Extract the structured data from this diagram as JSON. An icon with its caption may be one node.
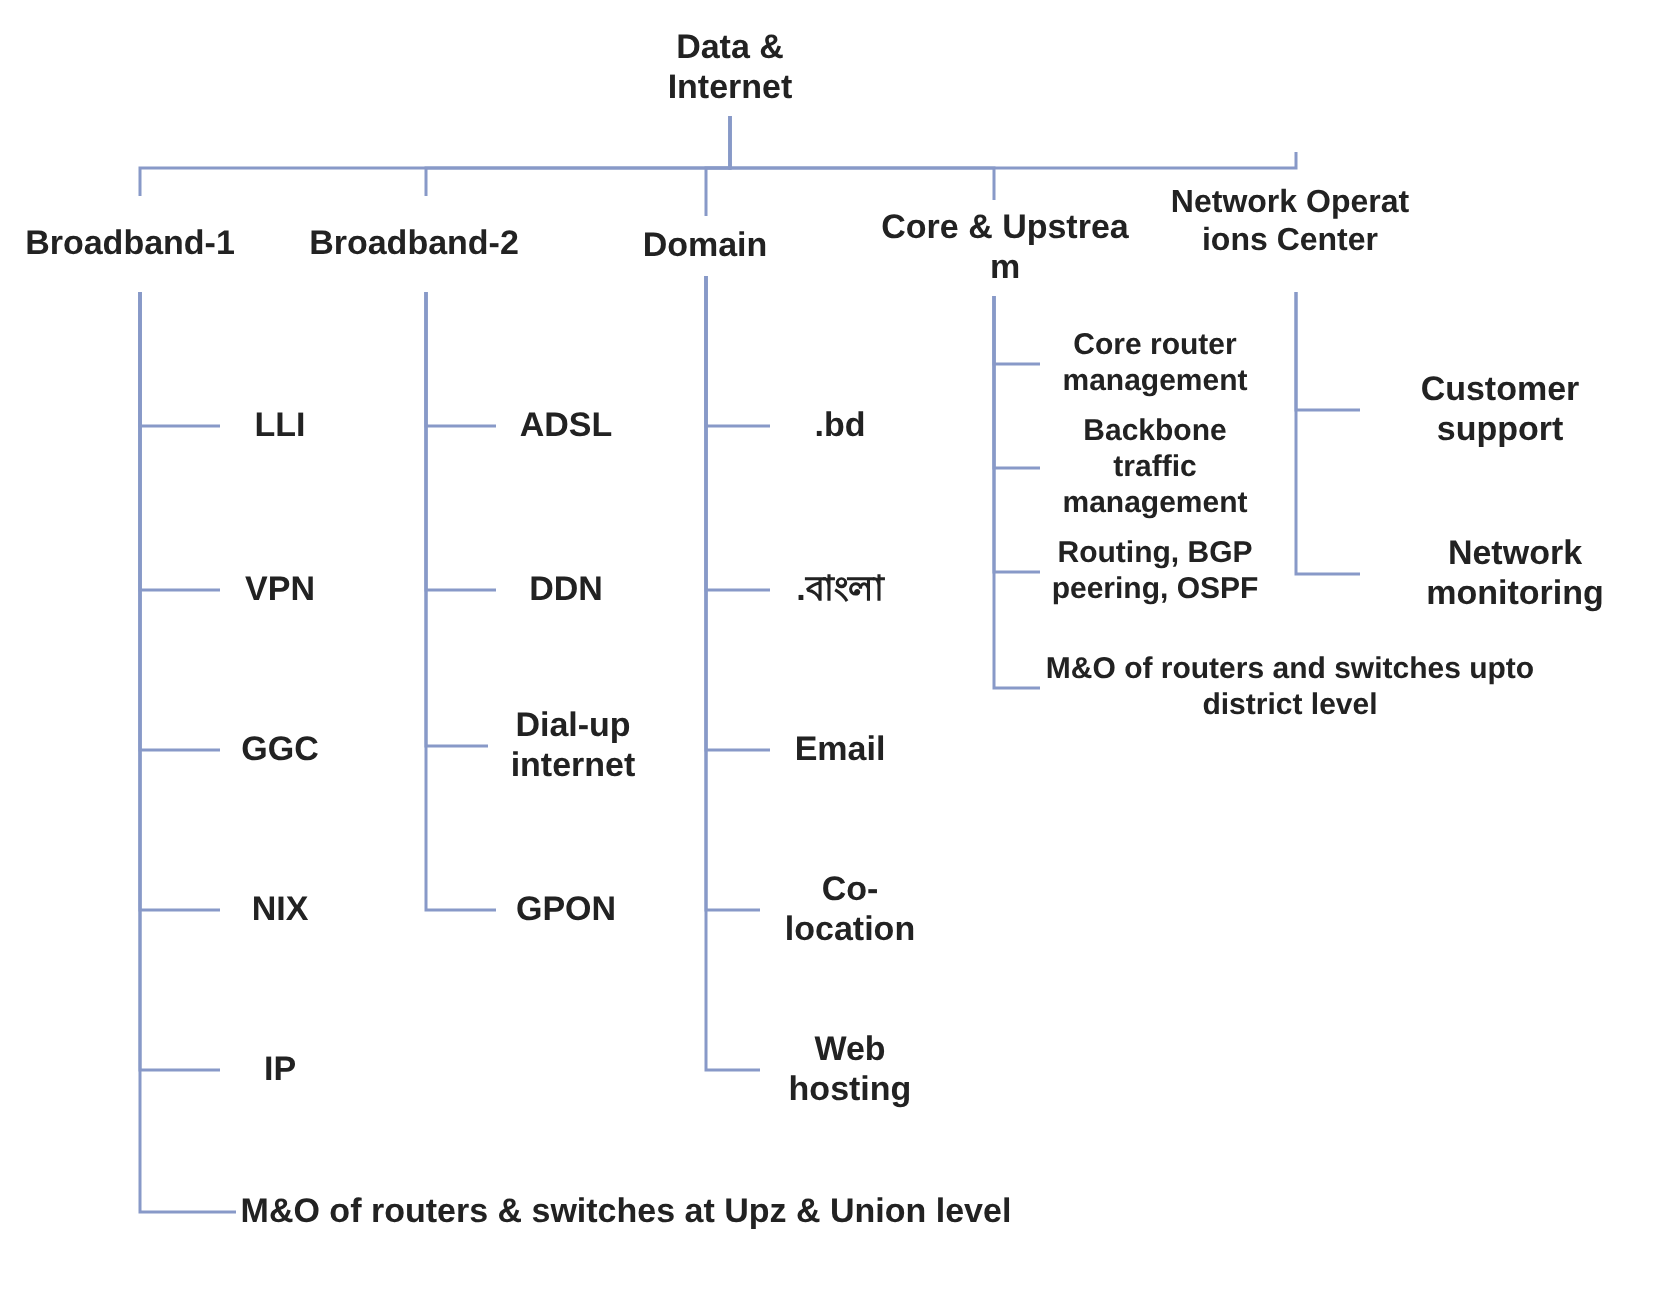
{
  "diagram": {
    "nodes": [
      {
        "text": [
          "Data & Internet"
        ]
      },
      {
        "text": [
          "Broadband-1"
        ]
      },
      {
        "text": [
          "Broadband-2"
        ]
      },
      {
        "text": [
          "Domain"
        ]
      },
      {
        "text": [
          "Core & Upstream"
        ]
      },
      {
        "text": [
          "Network Operations Center"
        ]
      },
      {
        "text": [
          "LLI"
        ]
      },
      {
        "text": [
          "VPN"
        ]
      },
      {
        "text": [
          "GGC"
        ]
      },
      {
        "text": [
          "NIX"
        ]
      },
      {
        "text": [
          "IP"
        ]
      },
      {
        "text": [
          "M&O of routers & switches at Upz & Union level"
        ]
      },
      {
        "text": [
          "ADSL"
        ]
      },
      {
        "text": [
          "DDN"
        ]
      },
      {
        "text": [
          "Dial-up internet"
        ]
      },
      {
        "text": [
          "GPON"
        ]
      },
      {
        "text": [
          ".bd"
        ]
      },
      {
        "text": [
          ".বাংলা"
        ]
      },
      {
        "text": [
          "Email"
        ]
      },
      {
        "text": [
          "Co-location"
        ]
      },
      {
        "text": [
          "Web hosting"
        ]
      },
      {
        "text": [
          "Core router management"
        ]
      },
      {
        "text": [
          "Backbone traffic management"
        ]
      },
      {
        "text": [
          "Routing, BGP peering, OSPF"
        ]
      },
      {
        "text": [
          "M&O of routers and switches upto district level"
        ]
      },
      {
        "text": [
          "Customer support"
        ]
      },
      {
        "text": [
          "Network monitoring"
        ]
      }
    ],
    "edges": [
      {
        "from": 0,
        "to": 1,
        "arrow": "none"
      },
      {
        "from": 0,
        "to": 2,
        "arrow": "none"
      },
      {
        "from": 0,
        "to": 3,
        "arrow": "none"
      },
      {
        "from": 0,
        "to": 4,
        "arrow": "none"
      },
      {
        "from": 0,
        "to": 5,
        "arrow": "none"
      },
      {
        "from": 1,
        "to": 6,
        "arrow": "none"
      },
      {
        "from": 1,
        "to": 7,
        "arrow": "none"
      },
      {
        "from": 1,
        "to": 8,
        "arrow": "none"
      },
      {
        "from": 1,
        "to": 9,
        "arrow": "none"
      },
      {
        "from": 1,
        "to": 10,
        "arrow": "none"
      },
      {
        "from": 1,
        "to": 11,
        "arrow": "none"
      },
      {
        "from": 2,
        "to": 12,
        "arrow": "none"
      },
      {
        "from": 2,
        "to": 13,
        "arrow": "none"
      },
      {
        "from": 2,
        "to": 14,
        "arrow": "none"
      },
      {
        "from": 2,
        "to": 15,
        "arrow": "none"
      },
      {
        "from": 3,
        "to": 16,
        "arrow": "none"
      },
      {
        "from": 3,
        "to": 17,
        "arrow": "none"
      },
      {
        "from": 3,
        "to": 18,
        "arrow": "none"
      },
      {
        "from": 3,
        "to": 19,
        "arrow": "none"
      },
      {
        "from": 3,
        "to": 20,
        "arrow": "none"
      },
      {
        "from": 4,
        "to": 21,
        "arrow": "none"
      },
      {
        "from": 4,
        "to": 22,
        "arrow": "none"
      },
      {
        "from": 4,
        "to": 23,
        "arrow": "none"
      },
      {
        "from": 4,
        "to": 24,
        "arrow": "none"
      },
      {
        "from": 5,
        "to": 25,
        "arrow": "none"
      },
      {
        "from": 5,
        "to": 26,
        "arrow": "none"
      }
    ]
  }
}
